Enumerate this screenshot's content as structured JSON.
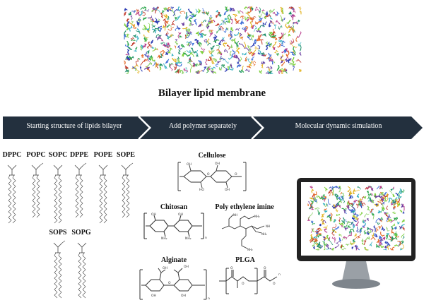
{
  "membrane": {
    "title": "Bilayer lipid membrane"
  },
  "steps": [
    "Starting structure of lipids bilayer",
    "Add polymer separately",
    "Molecular dynamic simulation"
  ],
  "lipids": {
    "top_row": [
      "DPPC",
      "POPC",
      "SOPC",
      "DPPE",
      "POPE",
      "SOPE"
    ],
    "bottom_row": [
      "SOPS",
      "SOPG"
    ]
  },
  "polymers": {
    "cellulose": "Cellulose",
    "chitosan": "Chitosan",
    "pei": "Poly ethylene imine",
    "alginate": "Alginate",
    "plga": "PLGA"
  },
  "colors": {
    "arrow_fill": "#23303e",
    "arrow_edge": "#ffffff",
    "monitor_frame": "#222222",
    "stand": "#9aa0a6"
  }
}
